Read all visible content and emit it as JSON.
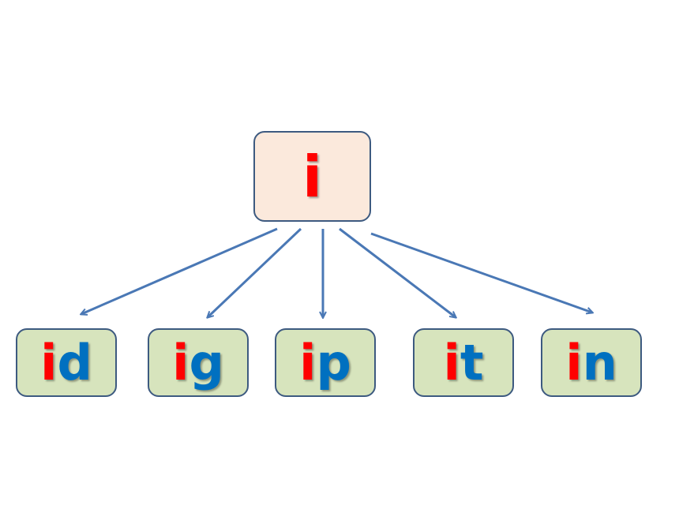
{
  "root": {
    "text": "i"
  },
  "children": [
    {
      "prefix": "i",
      "suffix": "d"
    },
    {
      "prefix": "i",
      "suffix": "g"
    },
    {
      "prefix": "i",
      "suffix": "p"
    },
    {
      "prefix": "i",
      "suffix": "t"
    },
    {
      "prefix": "i",
      "suffix": "n"
    }
  ],
  "colors": {
    "prefix": "#ff0000",
    "suffix": "#0070c0",
    "root_fill": "#fbe9dc",
    "child_fill": "#d7e4bd",
    "border": "#3d5a80",
    "arrow": "#4a78b5"
  }
}
